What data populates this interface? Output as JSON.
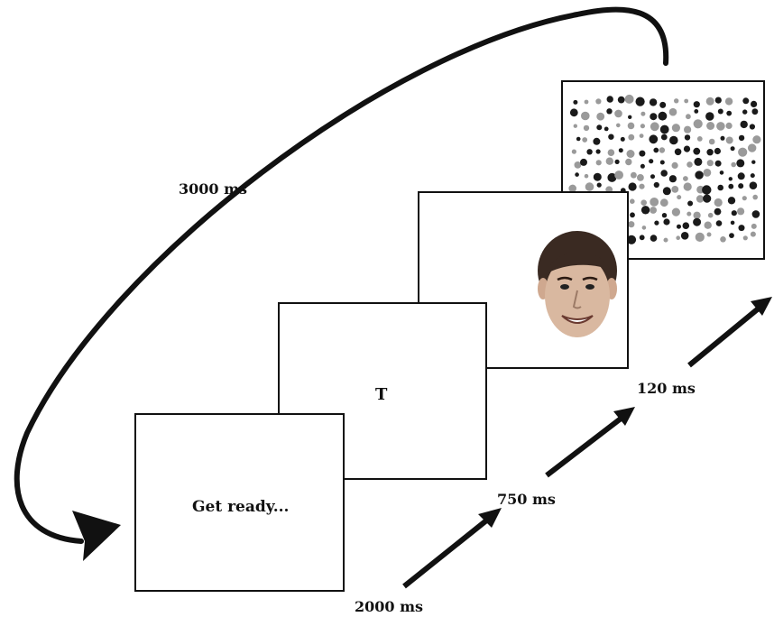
{
  "frames": [
    {
      "text": "Get ready..."
    },
    {
      "text": "T"
    },
    {
      "text": ""
    },
    {
      "text": ""
    }
  ],
  "timings": {
    "loop": "3000 ms",
    "get_ready": "2000 ms",
    "fixation": "750 ms",
    "face": "120 ms"
  },
  "colors": {
    "ink": "#111111",
    "face_skin": "#d9b8a0",
    "face_hair": "#3a2a22",
    "dot_gray": "#9a9a9a",
    "dot_black": "#1a1a1a"
  }
}
